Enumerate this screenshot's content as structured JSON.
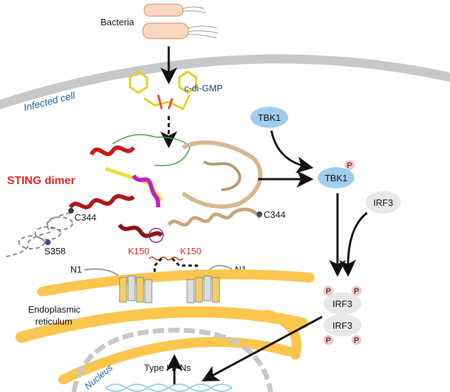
{
  "labels": {
    "bacteria": "Bacteria",
    "infected_cell": "Infected cell",
    "ligand": "c-di-GMP",
    "sting": "STING dimer",
    "c344_left": "C344",
    "c344_right": "C344",
    "s358": "S358",
    "k150_left": "K150",
    "k150_right": "K150",
    "n1_left": "N1",
    "n1_right": "N1",
    "er_line1": "Endoplasmic",
    "er_line2": "reticulum",
    "nucleus": "Nucleus",
    "ifn": "Type I IFNs",
    "tbk1": "TBK1",
    "tbk1_p": "TBK1",
    "irf3": "IRF3",
    "irf3_dimer_top": "IRF3",
    "irf3_dimer_bottom": "IRF3",
    "phospho": "P"
  },
  "colors": {
    "membrane": "#c8c8c8",
    "er": "#fbc64e",
    "tbk1": "#9fcdf0",
    "irf3": "#e8e8e8",
    "phospho": "#f5c2c2",
    "sting_label": "#e4241c",
    "k150": "#e4241c",
    "blue_label": "#1a5fa8"
  }
}
